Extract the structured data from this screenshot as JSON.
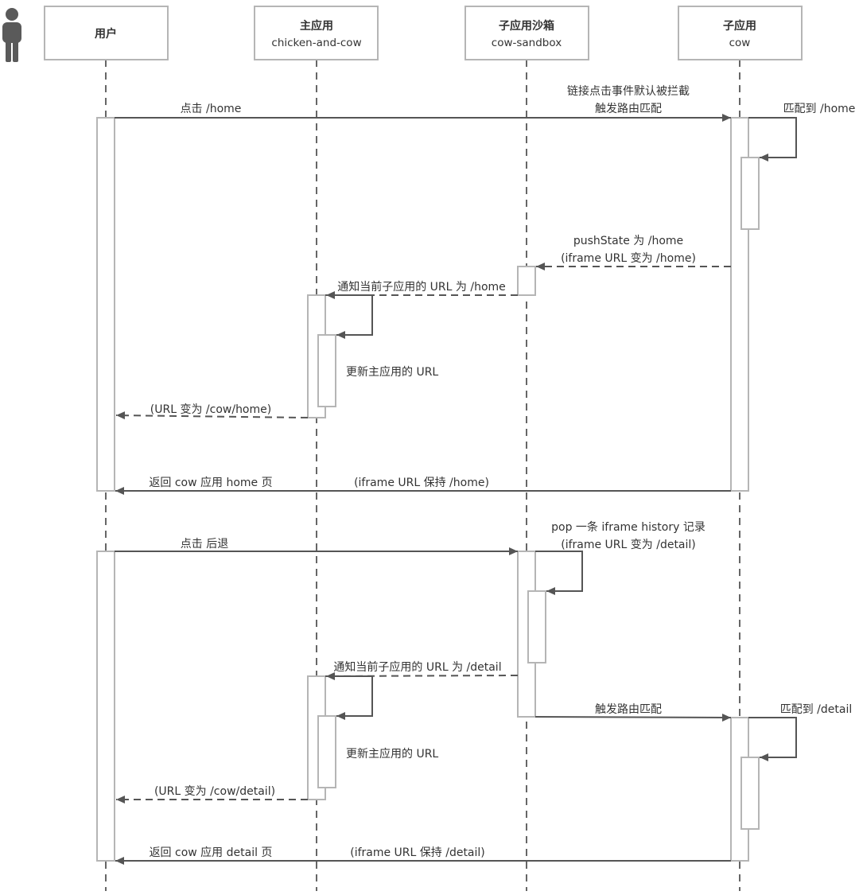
{
  "actors": [
    {
      "id": "user",
      "title": "用户",
      "subtitle": ""
    },
    {
      "id": "main",
      "title": "主应用",
      "subtitle": "chicken-and-cow"
    },
    {
      "id": "sandbox",
      "title": "子应用沙箱",
      "subtitle": "cow-sandbox"
    },
    {
      "id": "sub",
      "title": "子应用",
      "subtitle": "cow"
    }
  ],
  "messages": [
    {
      "id": "m1",
      "lines": [
        "点击 /home"
      ]
    },
    {
      "id": "m2",
      "lines": [
        "链接点击事件默认被拦截",
        "触发路由匹配"
      ]
    },
    {
      "id": "m3",
      "lines": [
        "匹配到 /home"
      ]
    },
    {
      "id": "m4",
      "lines": [
        "pushState 为 /home",
        "(iframe URL 变为 /home)"
      ]
    },
    {
      "id": "m5",
      "lines": [
        "通知当前子应用的 URL 为 /home"
      ]
    },
    {
      "id": "m6",
      "lines": [
        "更新主应用的 URL"
      ]
    },
    {
      "id": "m7",
      "lines": [
        "(URL 变为 /cow/home)"
      ]
    },
    {
      "id": "m8a",
      "lines": [
        "返回 cow 应用 home 页"
      ]
    },
    {
      "id": "m8b",
      "lines": [
        "(iframe URL 保持 /home)"
      ]
    },
    {
      "id": "m9",
      "lines": [
        "点击 后退"
      ]
    },
    {
      "id": "m10",
      "lines": [
        "pop 一条 iframe history 记录",
        "(iframe URL 变为 /detail)"
      ]
    },
    {
      "id": "m11",
      "lines": [
        "通知当前子应用的 URL 为 /detail"
      ]
    },
    {
      "id": "m12",
      "lines": [
        "更新主应用的 URL"
      ]
    },
    {
      "id": "m13",
      "lines": [
        "触发路由匹配"
      ]
    },
    {
      "id": "m14",
      "lines": [
        "匹配到 /detail"
      ]
    },
    {
      "id": "m15",
      "lines": [
        "(URL 变为 /cow/detail)"
      ]
    },
    {
      "id": "m16a",
      "lines": [
        "返回 cow 应用 detail 页"
      ]
    },
    {
      "id": "m16b",
      "lines": [
        "(iframe URL 保持 /detail)"
      ]
    }
  ]
}
